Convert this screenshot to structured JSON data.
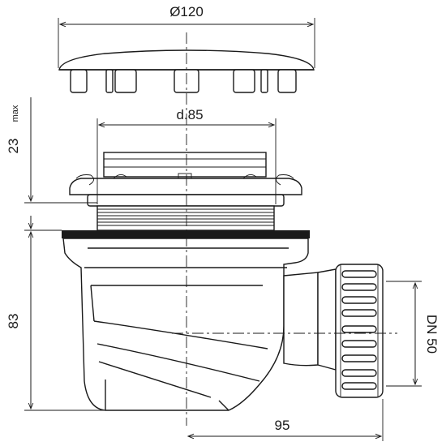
{
  "dimensions": {
    "cover_diameter": "Ø120",
    "inner_diameter": "d.85",
    "height_top": "23",
    "height_top_suffix": "max",
    "height_body": "83",
    "outlet_offset": "95",
    "outlet_size": "DN 50"
  }
}
